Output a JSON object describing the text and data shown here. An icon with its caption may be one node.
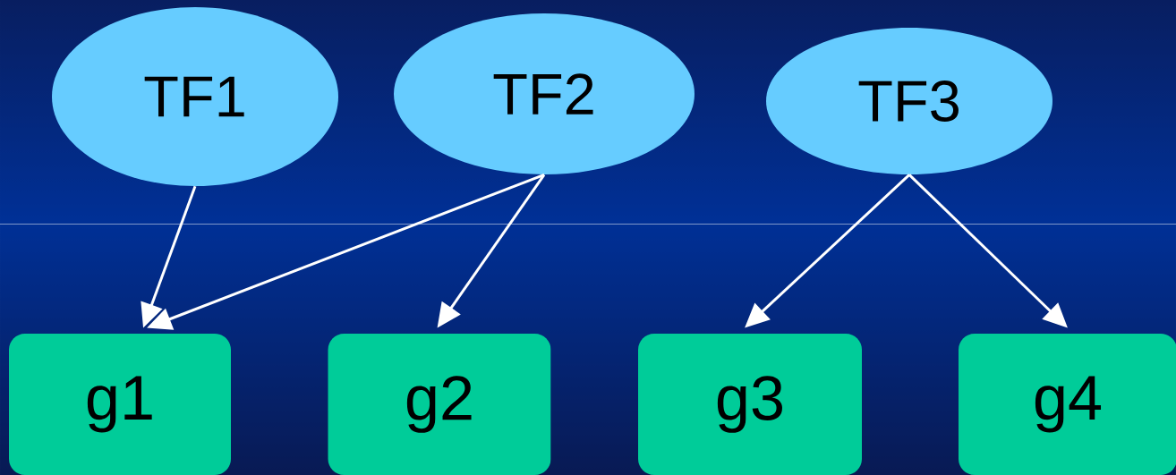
{
  "diagram": {
    "nodes": [
      {
        "text": [
          "TF1"
        ]
      },
      {
        "text": [
          "TF2"
        ]
      },
      {
        "text": [
          "TF3"
        ]
      },
      {
        "text": [
          "g1"
        ]
      },
      {
        "text": [
          "g2"
        ]
      },
      {
        "text": [
          "g3"
        ]
      },
      {
        "text": [
          "g4"
        ]
      }
    ],
    "edges": [
      {
        "from": 0,
        "to": 3,
        "arrow": "to"
      },
      {
        "from": 1,
        "to": 3,
        "arrow": "to"
      },
      {
        "from": 1,
        "to": 4,
        "arrow": "to"
      },
      {
        "from": 2,
        "to": 5,
        "arrow": "to"
      },
      {
        "from": 2,
        "to": 6,
        "arrow": "to"
      }
    ]
  }
}
